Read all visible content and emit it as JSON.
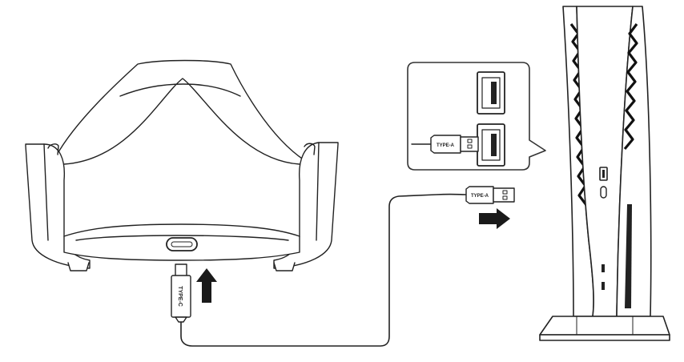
{
  "labels": {
    "dock_plug": "TYPE-C",
    "inset_plug": "TYPE-A",
    "console_plug": "TYPE-A"
  },
  "colors": {
    "ink": "#222222",
    "fill": "#ffffff",
    "arrow": "#1a1a1a",
    "inset_border": "#333333"
  },
  "icons": {
    "up_arrow": "up-arrow-icon",
    "right_arrow": "right-arrow-icon"
  }
}
